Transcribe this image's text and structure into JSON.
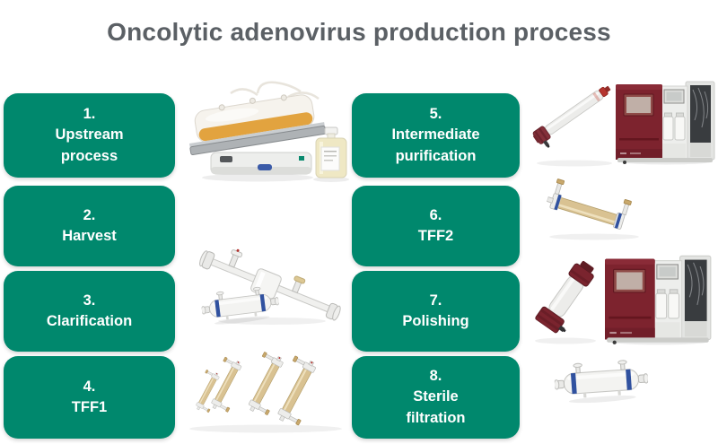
{
  "title": "Oncolytic adenovirus production process",
  "colors": {
    "accent_green": "#00886D",
    "title_gray": "#5B6065",
    "box_text": "#FFFFFF",
    "akta_maroon": "#7D232E",
    "column_cap_red": "#B5342F",
    "hollow_fiber_tan": "#D9C292",
    "fitting_blue": "#30519F",
    "media_orange": "#E2A33F"
  },
  "steps": [
    {
      "number": "1.",
      "label": "Upstream\nprocess"
    },
    {
      "number": "2.",
      "label": "Harvest"
    },
    {
      "number": "3.",
      "label": "Clarification"
    },
    {
      "number": "4.",
      "label": "TFF1"
    },
    {
      "number": "5.",
      "label": "Intermediate\npurification"
    },
    {
      "number": "6.",
      "label": "TFF2"
    },
    {
      "number": "7.",
      "label": "Polishing"
    },
    {
      "number": "8.",
      "label": "Sterile\nfiltration"
    }
  ],
  "equipment": [
    {
      "icon": "rocking-bioreactor-with-media-bottle-icon"
    },
    {
      "icon": "clarification-filter-assembly-icon"
    },
    {
      "icon": "hollow-fiber-tff-cartridges-icon"
    },
    {
      "icon": "chromatography-column-and-akta-system-icon"
    },
    {
      "icon": "hollow-fiber-tff-cartridge-icon"
    },
    {
      "icon": "chromatography-column-and-akta-system-icon"
    },
    {
      "icon": "sterile-filter-capsule-icon"
    }
  ]
}
